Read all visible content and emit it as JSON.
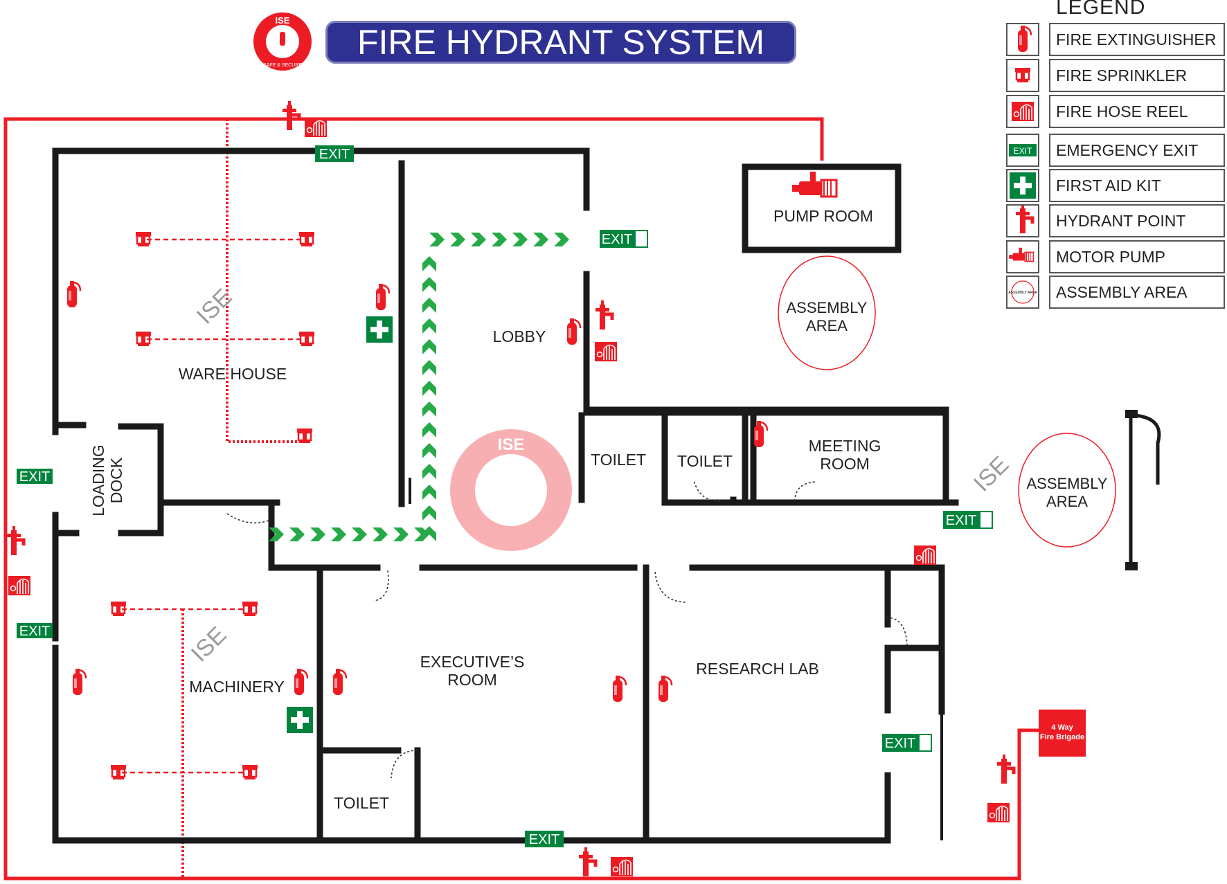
{
  "title": "FIRE HYDRANT SYSTEM",
  "logo": {
    "text": "ISE",
    "tagline": "SAFE & SECURE"
  },
  "watermark": "ISE",
  "legend": {
    "title": "LEGEND",
    "items": [
      {
        "icon": "fire-extinguisher-icon",
        "label": "FIRE EXTINGUISHER"
      },
      {
        "icon": "fire-sprinkler-icon",
        "label": "FIRE SPRINKLER"
      },
      {
        "icon": "fire-hose-reel-icon",
        "label": "FIRE HOSE REEL"
      },
      {
        "icon": "emergency-exit-icon",
        "label": "EMERGENCY EXIT"
      },
      {
        "icon": "first-aid-kit-icon",
        "label": "FIRST AID KIT"
      },
      {
        "icon": "hydrant-point-icon",
        "label": "HYDRANT POINT"
      },
      {
        "icon": "motor-pump-icon",
        "label": "MOTOR PUMP"
      },
      {
        "icon": "assembly-area-icon",
        "label": "ASSEMBLY AREA"
      }
    ],
    "assembly_icon_text": "ASSEMBLY AREA"
  },
  "rooms": {
    "warehouse": "WARE HOUSE",
    "loading_dock": [
      "LOADING",
      "DOCK"
    ],
    "machinery": "MACHINERY",
    "lobby": "LOBBY",
    "pump_room": "PUMP ROOM",
    "toilet": "TOILET",
    "meeting_room": [
      "MEETING",
      "ROOM"
    ],
    "executive_room": [
      "EXECUTIVE’S",
      "ROOM"
    ],
    "research_lab": "RESEARCH LAB"
  },
  "assembly_area": [
    "ASSEMBLY",
    "AREA"
  ],
  "exit_label": "EXIT",
  "fire_brigade": [
    "4 Way",
    "Fire Brigade"
  ],
  "colors": {
    "hydrant_line": "#ed1c24",
    "wall": "#1a1a1a",
    "exit_green": "#00843d",
    "arrow_green": "#26a947",
    "banner": "#2e3192"
  }
}
